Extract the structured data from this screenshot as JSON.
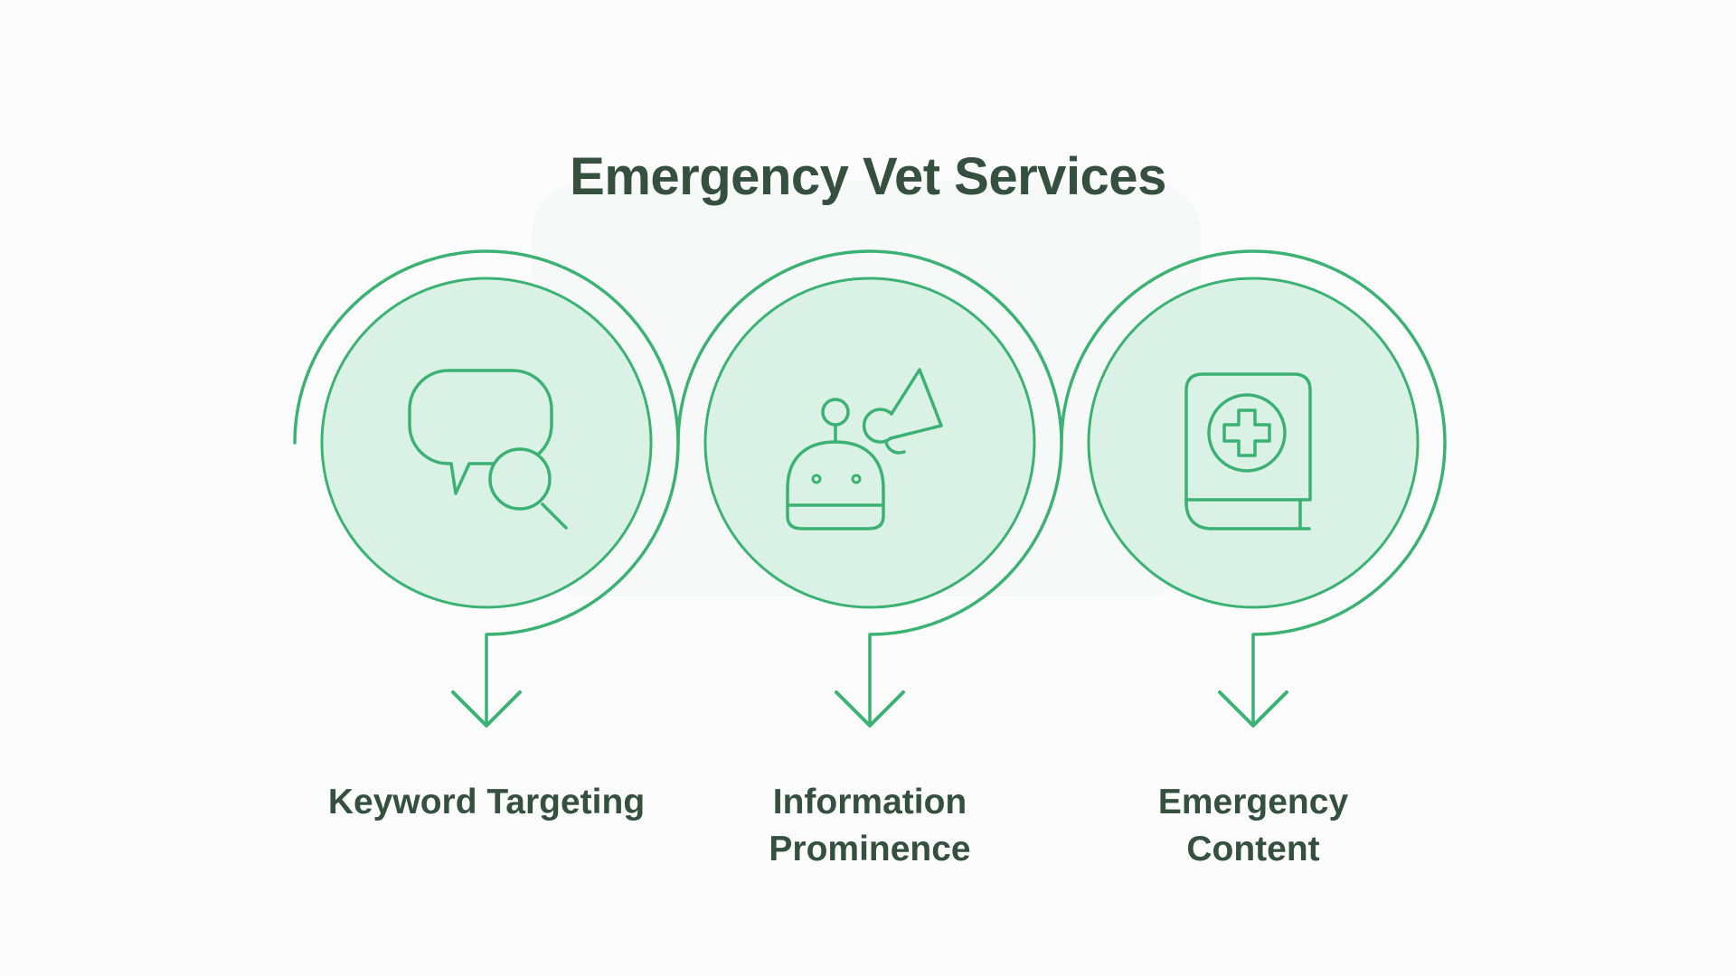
{
  "title": "Emergency Vet Services",
  "items": [
    {
      "name": "keyword-targeting",
      "icon": "chat-search-icon",
      "label_lines": [
        "Keyword Targeting",
        ""
      ]
    },
    {
      "name": "information-prominence",
      "icon": "robot-megaphone-icon",
      "label_lines": [
        "Information",
        "Prominence"
      ]
    },
    {
      "name": "emergency-content",
      "icon": "medical-book-icon",
      "label_lines": [
        "Emergency",
        "Content"
      ]
    }
  ],
  "colors": {
    "stroke_green": "#3bb273",
    "fill_mint": "#d9f2e5",
    "text_dark": "#35503f",
    "bg": "#fbfcfb",
    "blob": "#f3f6f4"
  }
}
